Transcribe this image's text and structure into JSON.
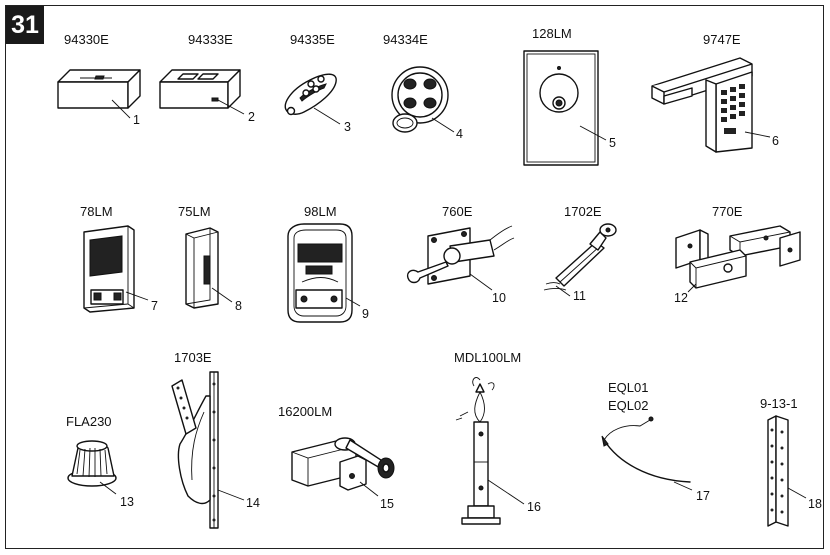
{
  "figure_number": "31",
  "parts": [
    {
      "model": "94330E",
      "callout": "1"
    },
    {
      "model": "94333E",
      "callout": "2"
    },
    {
      "model": "94335E",
      "callout": "3"
    },
    {
      "model": "94334E",
      "callout": "4"
    },
    {
      "model": "128LM",
      "callout": "5"
    },
    {
      "model": "9747E",
      "callout": "6"
    },
    {
      "model": "78LM",
      "callout": "7"
    },
    {
      "model": "75LM",
      "callout": "8"
    },
    {
      "model": "98LM",
      "callout": "9"
    },
    {
      "model": "760E",
      "callout": "10"
    },
    {
      "model": "1702E",
      "callout": "11"
    },
    {
      "model": "770E",
      "callout": "12"
    },
    {
      "model": "FLA230",
      "callout": "13"
    },
    {
      "model": "1703E",
      "callout": "14"
    },
    {
      "model": "16200LM",
      "callout": "15"
    },
    {
      "model": "MDL100LM",
      "callout": "16"
    },
    {
      "model": "EQL01",
      "model_2": "EQL02",
      "callout": "17"
    },
    {
      "model": "9-13-1",
      "callout": "18"
    }
  ]
}
